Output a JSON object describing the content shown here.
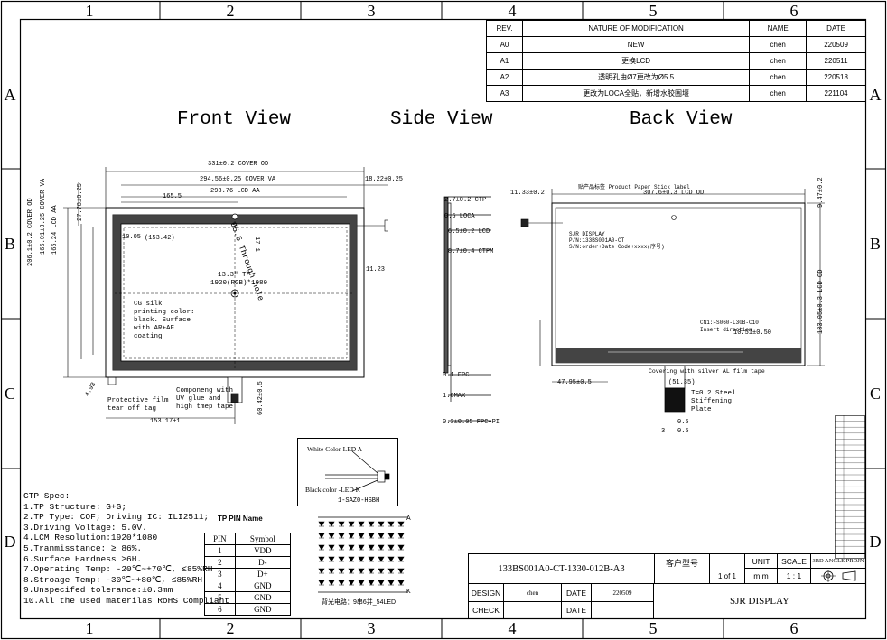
{
  "frame": {
    "columns": [
      "1",
      "2",
      "3",
      "4",
      "5",
      "6"
    ],
    "rows": [
      "A",
      "B",
      "C",
      "D"
    ]
  },
  "revisions": {
    "headers": {
      "rev": "REV.",
      "nature": "NATURE OF MODIFICATION",
      "name": "NAME",
      "date": "DATE"
    },
    "rows": [
      {
        "rev": "A0",
        "nature": "NEW",
        "name": "chen",
        "date": "220509"
      },
      {
        "rev": "A1",
        "nature": "更换LCD",
        "name": "chen",
        "date": "220511"
      },
      {
        "rev": "A2",
        "nature": "透明孔由Ø7更改为Ø5.5",
        "name": "chen",
        "date": "220518"
      },
      {
        "rev": "A3",
        "nature": "更改为LOCA全贴，新增水胶围堰",
        "name": "chen",
        "date": "221104"
      }
    ]
  },
  "views": {
    "front": "Front View",
    "side": "Side View",
    "back": "Back View"
  },
  "front": {
    "dims": {
      "cover_od": "331±0.2 COVER OD",
      "cover_va": "294.56±0.25 COVER VA",
      "lcd_aa": "293.76 LCD AA",
      "d165": "165.5",
      "d18": "18.22±0.25",
      "d27": "27.78±0.25",
      "h_cover_od": "206.1±0.2 COVER OD",
      "h_cover_va": "166.01±0.25 COVER VA",
      "h_lcd_aa": "165.24 LCD AA",
      "d153": "153.17±1",
      "d11": "11.23",
      "d60": "60.42±0.5",
      "d4": "4.93",
      "d17": "17.1",
      "d153b": "(153.42)",
      "d10": "10.05"
    },
    "hole_label": "Ø5.5 Through hole",
    "center_label_1": "13.3\" TP",
    "center_label_2": "1920(RGB)*1080",
    "cg_note": [
      "CG silk",
      "printing color:",
      "black. Surface",
      "with AR+AF",
      "coating"
    ],
    "film_note": [
      "Protective film",
      "tear off tag"
    ],
    "comp_note": [
      "Componeng with",
      "UV glue and",
      "high tmep tape"
    ]
  },
  "side": {
    "dims": [
      "2.7±0.2 CTP",
      "0.5 LOCA",
      "6.5±0.2 LCD",
      "8.7±0.4 CTPM",
      "0.1 FPC",
      "1.6MAX",
      "0.3±0.05 FPC+PI"
    ]
  },
  "back": {
    "dims": {
      "d11": "11.33±0.2",
      "lcd_od": "307.6±0.3 LCD OD",
      "d9": "9.47±0.2",
      "h_lcd_od": "183.05±0.3 LCD OD",
      "d47": "47.95±0.5",
      "d51": "(51.35)",
      "d10": "10.51±0.50",
      "d05a": "0.5",
      "d05b": "0.5",
      "d3": "3"
    },
    "sticker_label": "贴产品标签 Product Paper Stick label",
    "label_text": [
      "SJR DISPLAY",
      "P/N:133BS001A0-CT",
      "S/N:order+Date Code+xxxx(序号)"
    ],
    "connector_note": [
      "CN1:FS060-L30B-C10",
      "Insert direction"
    ],
    "tape_note": "Covering with silver AL film tape",
    "steel_note": [
      "T=0.2 Steel",
      "Stiffening",
      "Plate"
    ]
  },
  "led": {
    "white": "White Color-LED A",
    "black": "Black color -LED K",
    "connector": "1-SAZ0-HSBH",
    "a_label": "A",
    "k_label": "K",
    "circuit": "背光电路：9串6并_54LED"
  },
  "ctp_spec": {
    "title": "CTP Spec:",
    "lines": [
      "1.TP Structure: G+G;",
      "2.TP Type: COF; Driving IC: ILI2511;",
      "3.Driving Voltage: 5.0V.",
      "4.LCM Resolution:1920*1080",
      "5.Tranmisstance: ≥ 86%.",
      "6.Surface Hardness ≥6H.",
      "7.Operating Temp: -20℃~+70℃, ≤85%RH",
      "8.Stroage Temp: -30℃~+80℃, ≤85%RH",
      "9.Unspecifed tolerance:±0.3mm",
      "10.All the used materilas RoHS Compliant"
    ]
  },
  "tp_pin": {
    "title": "TP PIN Name",
    "headers": [
      "PIN",
      "Symbol"
    ],
    "rows": [
      [
        "1",
        "VDD"
      ],
      [
        "2",
        "D-"
      ],
      [
        "3",
        "D+"
      ],
      [
        "4",
        "GND"
      ],
      [
        "5",
        "GND"
      ],
      [
        "6",
        "GND"
      ]
    ]
  },
  "title_block": {
    "part_no": "133BS001A0-CT-1330-012B-A3",
    "customer_label": "客户型号",
    "unit_label": "UNIT",
    "scale_label": "SCALE",
    "angle_label": "3RD ANGLE PROJN",
    "sheet": "1 of 1",
    "unit": "m m",
    "scale": "1 : 1",
    "design_label": "DESIGN",
    "design_name": "chen",
    "date_label": "DATE",
    "design_date": "220509",
    "check_label": "CHECK",
    "check_date_label": "DATE",
    "company": "SJR DISPLAY"
  },
  "colors": {
    "line": "#000000",
    "dark_band": "#3a3a3a",
    "border_gray": "#555555"
  }
}
